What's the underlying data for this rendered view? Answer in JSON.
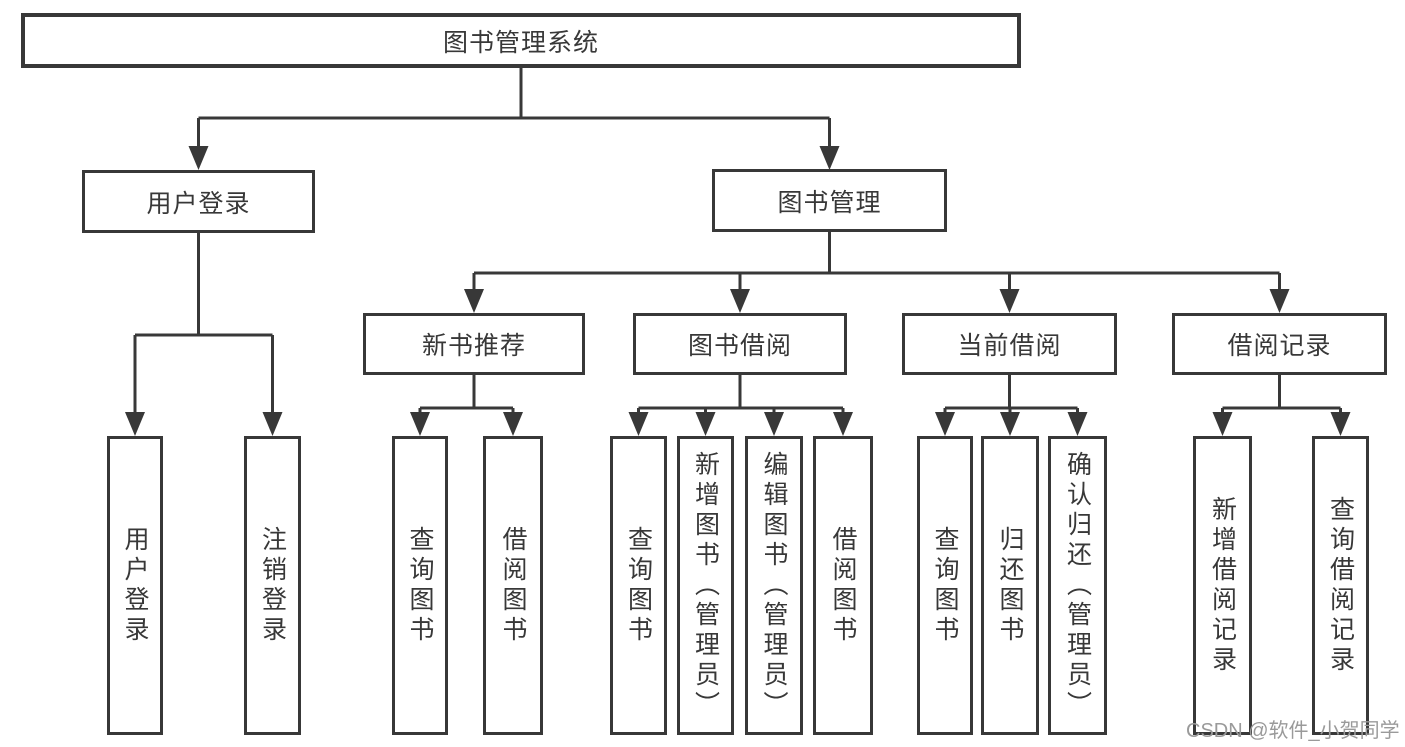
{
  "tree": {
    "label": "图书管理系统",
    "children": [
      {
        "label": "用户登录",
        "children": [
          {
            "label": "用户登录"
          },
          {
            "label": "注销登录"
          }
        ]
      },
      {
        "label": "图书管理",
        "children": [
          {
            "label": "新书推荐",
            "children": [
              {
                "label": "查询图书"
              },
              {
                "label": "借阅图书"
              }
            ]
          },
          {
            "label": "图书借阅",
            "children": [
              {
                "label": "查询图书"
              },
              {
                "label": "新增图书（管理员）"
              },
              {
                "label": "编辑图书（管理员）"
              },
              {
                "label": "借阅图书"
              }
            ]
          },
          {
            "label": "当前借阅",
            "children": [
              {
                "label": "查询图书"
              },
              {
                "label": "归还图书"
              },
              {
                "label": "确认归还（管理员）"
              }
            ]
          },
          {
            "label": "借阅记录",
            "children": [
              {
                "label": "新增借阅记录"
              },
              {
                "label": "查询借阅记录"
              }
            ]
          }
        ]
      }
    ]
  },
  "watermark": {
    "text": "CSDN @软件_小贺同学"
  },
  "colors": {
    "line": "#383838",
    "box_border": "#383838",
    "text": "#383838",
    "watermark": "#9a9a9a",
    "background": "#ffffff"
  }
}
